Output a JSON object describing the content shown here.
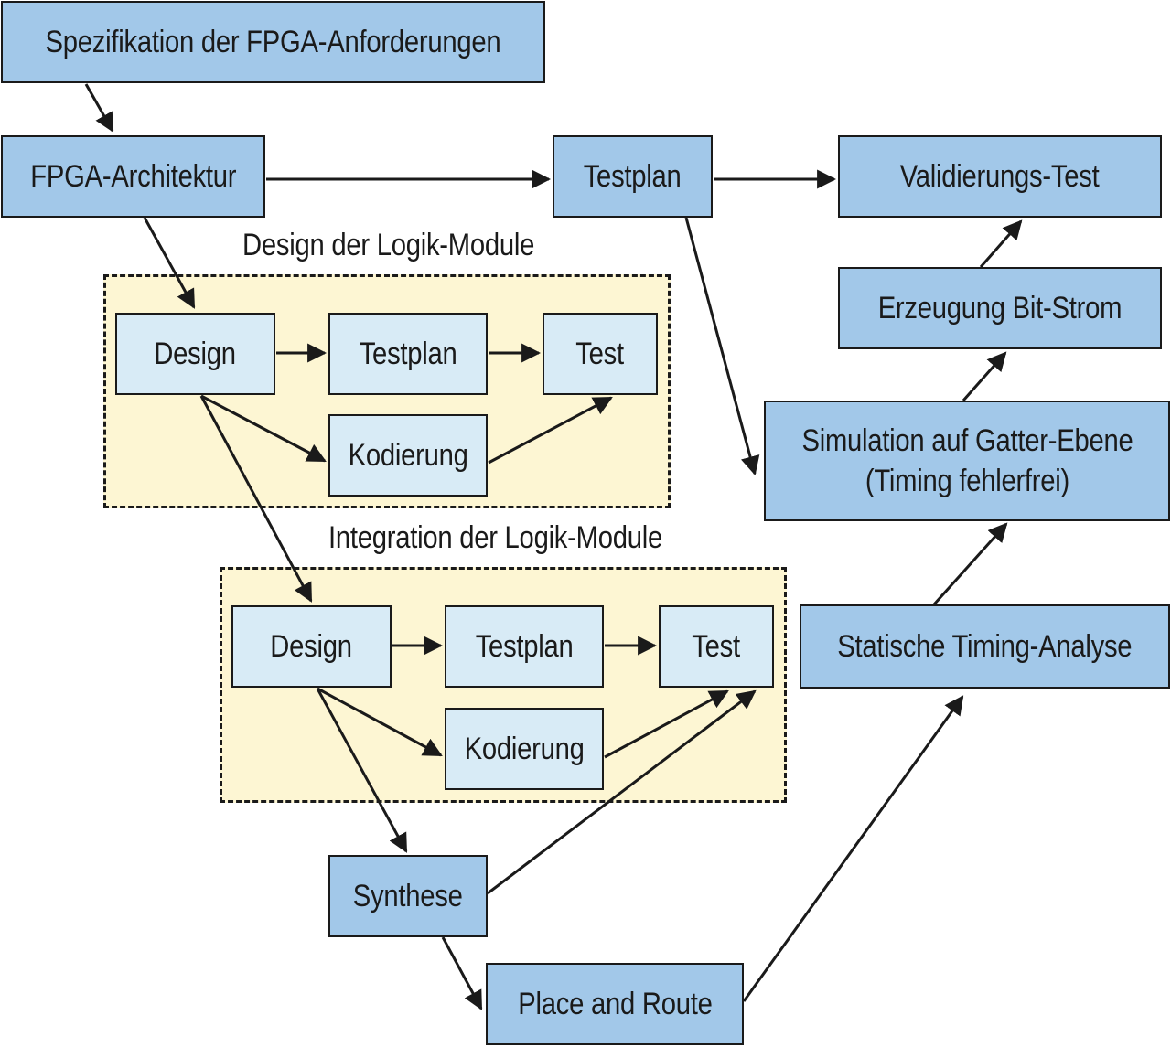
{
  "nodes": {
    "spezifikation": "Spezifikation der FPGA-Anforderungen",
    "architektur": "FPGA-Architektur",
    "testplan_top": "Testplan",
    "validierung": "Validierungs-Test",
    "bitstrom": "Erzeugung Bit-Strom",
    "simulation": "Simulation auf Gatter-Ebene\n(Timing fehlerfrei)",
    "timing_analyse": "Statische Timing-Analyse",
    "synthese": "Synthese",
    "place_route": "Place and Route"
  },
  "group_design": {
    "title": "Design der Logik-Module",
    "design": "Design",
    "testplan": "Testplan",
    "test": "Test",
    "kodierung": "Kodierung"
  },
  "group_integration": {
    "title": "Integration der Logik-Module",
    "design": "Design",
    "testplan": "Testplan",
    "test": "Test",
    "kodierung": "Kodierung"
  },
  "colors": {
    "node_dark": "#a2c8e9",
    "node_light": "#d8ebf6",
    "group_fill": "#fdf6d3",
    "stroke": "#1a1a1a"
  }
}
